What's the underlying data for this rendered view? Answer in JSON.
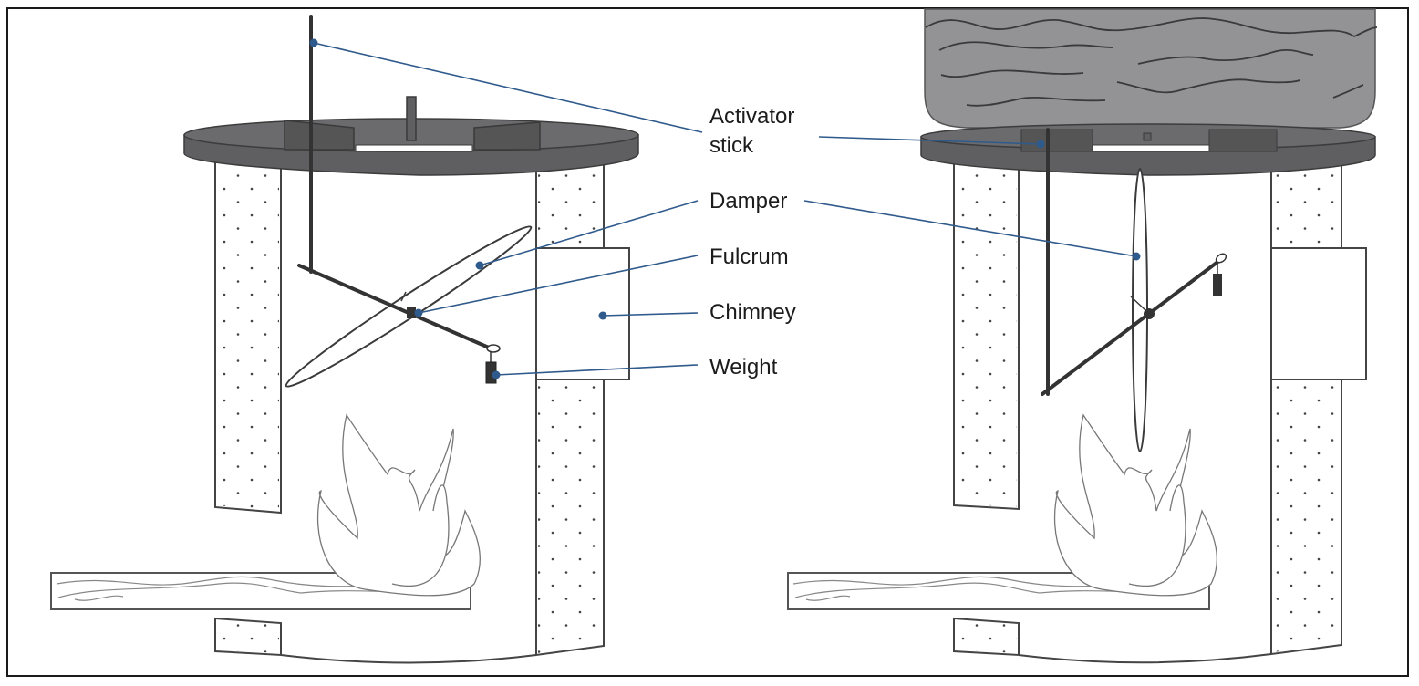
{
  "figure": {
    "title": "",
    "panels": [
      {
        "name": "damper-open-no-pot",
        "state": "open"
      },
      {
        "name": "damper-closed-with-pot",
        "state": "pot on stove"
      }
    ]
  },
  "labels": {
    "activator_stick_line1": "Activator",
    "activator_stick_line2": "stick",
    "damper": "Damper",
    "fulcrum": "Fulcrum",
    "chimney": "Chimney",
    "weight": "Weight"
  },
  "colors": {
    "leader_line": "#2f5a8c",
    "stove_plate": "#6b6b6e",
    "pot": "#939396",
    "outline": "#444444"
  }
}
